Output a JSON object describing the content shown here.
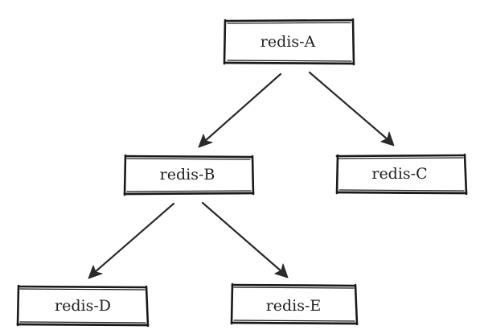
{
  "diagram": {
    "type": "tree",
    "nodes": [
      {
        "id": "A",
        "label": "redis-A"
      },
      {
        "id": "B",
        "label": "redis-B"
      },
      {
        "id": "C",
        "label": "redis-C"
      },
      {
        "id": "D",
        "label": "redis-D"
      },
      {
        "id": "E",
        "label": "redis-E"
      }
    ],
    "edges": [
      {
        "from": "A",
        "to": "B"
      },
      {
        "from": "A",
        "to": "C"
      },
      {
        "from": "B",
        "to": "D"
      },
      {
        "from": "B",
        "to": "E"
      }
    ]
  }
}
